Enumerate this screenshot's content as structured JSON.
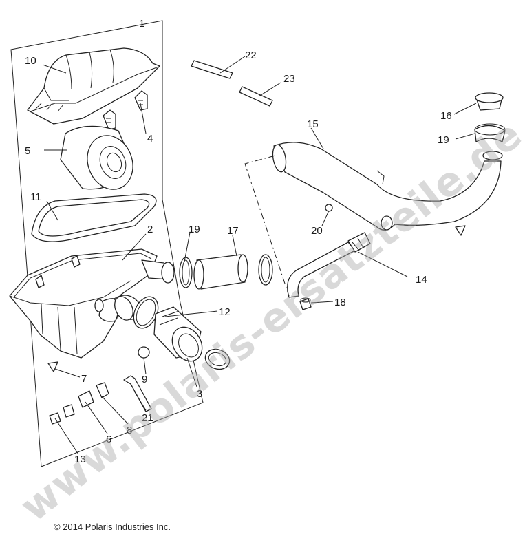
{
  "diagram": {
    "callouts": {
      "c1": "1",
      "c2": "2",
      "c3": "3",
      "c4": "4",
      "c5": "5",
      "c6": "6",
      "c7": "7",
      "c8": "8",
      "c9": "9",
      "c10": "10",
      "c11": "11",
      "c12": "12",
      "c13": "13",
      "c14": "14",
      "c15": "15",
      "c16": "16",
      "c17": "17",
      "c18": "18",
      "c19a": "19",
      "c19b": "19",
      "c20": "20",
      "c21": "21",
      "c22": "22",
      "c23": "23"
    },
    "watermark": "www.polaris-ersatzteile.de",
    "copyright": "© 2014 Polaris Industries Inc."
  }
}
